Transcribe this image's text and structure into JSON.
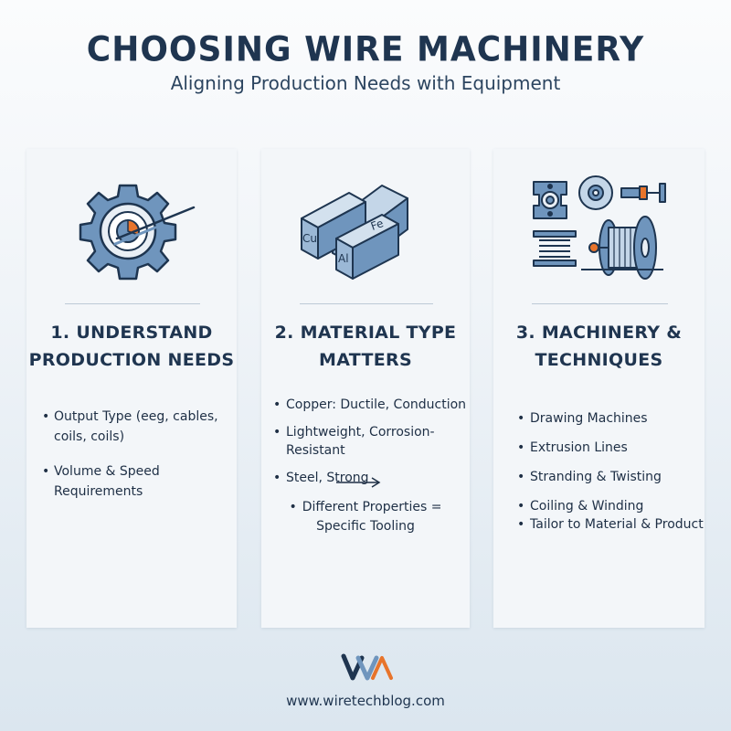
{
  "header": {
    "title": "CHOOSING WIRE MACHINERY",
    "subtitle": "Aligning Production Needs with Equipment"
  },
  "panels": [
    {
      "icon": "gear-target-icon",
      "heading_line1": "1. UNDERSTAND",
      "heading_line2": "PRODUCTION NEEDS",
      "bullets": [
        "Output Type (eeg, cables, coils, coils)",
        "Volume & Speed Requirements"
      ]
    },
    {
      "icon": "metal-bars-icon",
      "icon_labels": [
        "Cu",
        "Fe",
        "Al"
      ],
      "heading_line1": "2. MATERIAL TYPE",
      "heading_line2": "MATTERS",
      "bullets": [
        "Copper: Ductile, Conduction",
        "Lightweight, Corrosion-Resistant",
        "Steel, Strong"
      ],
      "note_line1": "Different Properties =",
      "note_line2": "Specific Tooling"
    },
    {
      "icon": "machinery-parts-icon",
      "heading_line1": "3. MACHINERY &",
      "heading_line2": "TECHNIQUES",
      "bullets": [
        "Drawing Machines",
        "Extrusion Lines",
        "Stranding & Twisting",
        "Coiling & Winding",
        "Tailor to Material & Product"
      ]
    }
  ],
  "footer": {
    "logo": "wiretechblog-logo",
    "url": "www.wiretechblog.com"
  },
  "colors": {
    "title": "#1f3550",
    "icon_blue": "#6f95bd",
    "icon_dark": "#1e3550",
    "accent_orange": "#e8742b"
  }
}
